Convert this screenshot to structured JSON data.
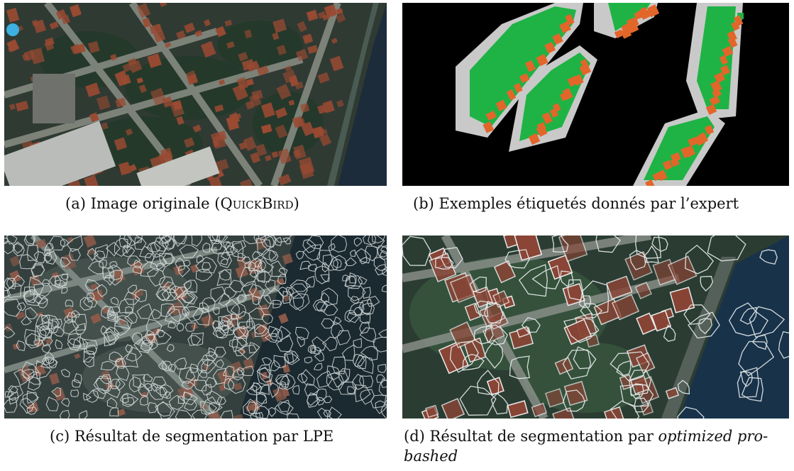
{
  "figure": {
    "panels": [
      {
        "id": "a",
        "caption_prefix": "(a) Image originale (",
        "caption_smallcaps": "QuickBird",
        "caption_suffix": ")"
      },
      {
        "id": "b",
        "caption": "(b) Exemples étiquetés donnés par l’expert",
        "legend_colors": {
          "background": "#000000",
          "building": "#e2662a",
          "vegetation": "#1fb345",
          "road": "#c9c9c9"
        }
      },
      {
        "id": "c",
        "caption": "(c) Résultat de segmentation par LPE"
      },
      {
        "id": "d",
        "caption_prefix": "(d) Résultat de segmentation par ",
        "caption_italic_1": "optimized pro-",
        "caption_italic_2": "bashed"
      }
    ]
  }
}
